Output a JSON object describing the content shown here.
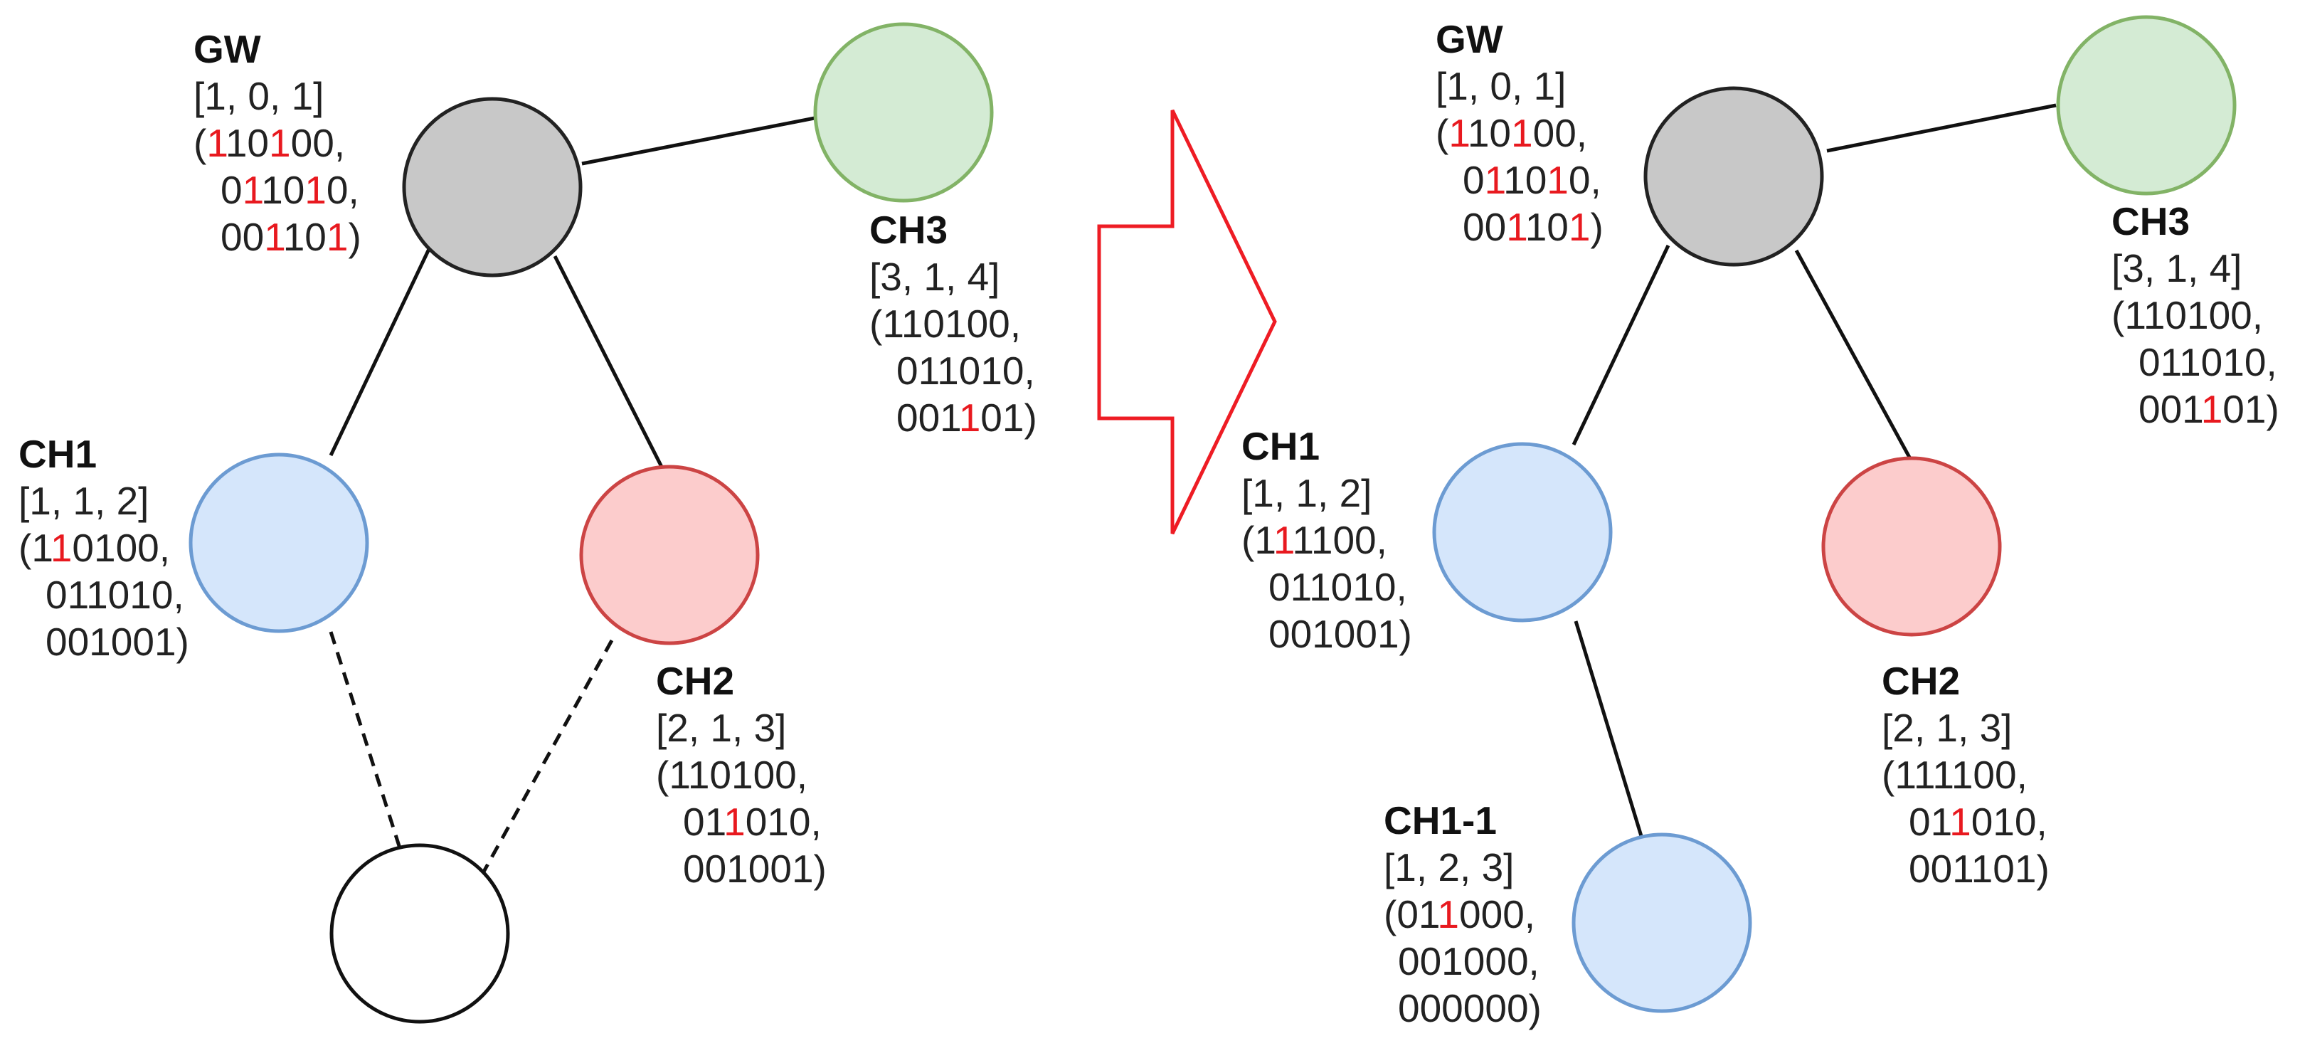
{
  "colors": {
    "gw_fill": "#c8c8c8",
    "ch1_fill": "#d5e6fb",
    "ch2_fill": "#fccccc",
    "ch3_fill": "#d4ebd4",
    "arrow": "#ee1c24",
    "highlight": "#e8191f"
  },
  "left": {
    "gw": {
      "name": "GW",
      "vector": "[1, 0, 1]",
      "codes": [
        [
          {
            "t": "("
          },
          {
            "t": "1",
            "h": true
          },
          {
            "t": "10"
          },
          {
            "t": "1",
            "h": true
          },
          {
            "t": "00,"
          }
        ],
        [
          {
            "t": "0"
          },
          {
            "t": "1",
            "h": true
          },
          {
            "t": "10"
          },
          {
            "t": "1",
            "h": true
          },
          {
            "t": "0,"
          }
        ],
        [
          {
            "t": "00"
          },
          {
            "t": "1",
            "h": true
          },
          {
            "t": "10"
          },
          {
            "t": "1",
            "h": true
          },
          {
            "t": ")"
          }
        ]
      ]
    },
    "ch1": {
      "name": "CH1",
      "vector": "[1, 1, 2]",
      "codes": [
        [
          {
            "t": "(1"
          },
          {
            "t": "1",
            "h": true
          },
          {
            "t": "0100,"
          }
        ],
        [
          {
            "t": "011010,"
          }
        ],
        [
          {
            "t": "001001)"
          }
        ]
      ]
    },
    "ch2": {
      "name": "CH2",
      "vector": "[2, 1, 3]",
      "codes": [
        [
          {
            "t": "(110100,"
          }
        ],
        [
          {
            "t": "01"
          },
          {
            "t": "1",
            "h": true
          },
          {
            "t": "010,"
          }
        ],
        [
          {
            "t": "001001)"
          }
        ]
      ]
    },
    "ch3": {
      "name": "CH3",
      "vector": "[3, 1, 4]",
      "codes": [
        [
          {
            "t": "(110100,"
          }
        ],
        [
          {
            "t": "011010,"
          }
        ],
        [
          {
            "t": "001"
          },
          {
            "t": "1",
            "h": true
          },
          {
            "t": "01)"
          }
        ]
      ]
    }
  },
  "right": {
    "gw": {
      "name": "GW",
      "vector": "[1, 0, 1]",
      "codes": [
        [
          {
            "t": "("
          },
          {
            "t": "1",
            "h": true
          },
          {
            "t": "10"
          },
          {
            "t": "1",
            "h": true
          },
          {
            "t": "00,"
          }
        ],
        [
          {
            "t": "0"
          },
          {
            "t": "1",
            "h": true
          },
          {
            "t": "10"
          },
          {
            "t": "1",
            "h": true
          },
          {
            "t": "0,"
          }
        ],
        [
          {
            "t": "00"
          },
          {
            "t": "1",
            "h": true
          },
          {
            "t": "10"
          },
          {
            "t": "1",
            "h": true
          },
          {
            "t": ")"
          }
        ]
      ]
    },
    "ch1": {
      "name": "CH1",
      "vector": "[1, 1, 2]",
      "codes": [
        [
          {
            "t": "(1"
          },
          {
            "t": "1",
            "h": true
          },
          {
            "t": "1100,"
          }
        ],
        [
          {
            "t": "011010,"
          }
        ],
        [
          {
            "t": "001001)"
          }
        ]
      ]
    },
    "ch2": {
      "name": "CH2",
      "vector": "[2, 1, 3]",
      "codes": [
        [
          {
            "t": "(111100,"
          }
        ],
        [
          {
            "t": "01"
          },
          {
            "t": "1",
            "h": true
          },
          {
            "t": "010,"
          }
        ],
        [
          {
            "t": "001101)"
          }
        ]
      ]
    },
    "ch3": {
      "name": "CH3",
      "vector": "[3, 1, 4]",
      "codes": [
        [
          {
            "t": "(110100,"
          }
        ],
        [
          {
            "t": "011010,"
          }
        ],
        [
          {
            "t": "001"
          },
          {
            "t": "1",
            "h": true
          },
          {
            "t": "01)"
          }
        ]
      ]
    },
    "ch1_1": {
      "name": "CH1-1",
      "vector": "[1, 2, 3]",
      "codes": [
        [
          {
            "t": "(01"
          },
          {
            "t": "1",
            "h": true
          },
          {
            "t": "000,"
          }
        ],
        [
          {
            "t": "001000,"
          }
        ],
        [
          {
            "t": "000000)"
          }
        ]
      ]
    }
  }
}
